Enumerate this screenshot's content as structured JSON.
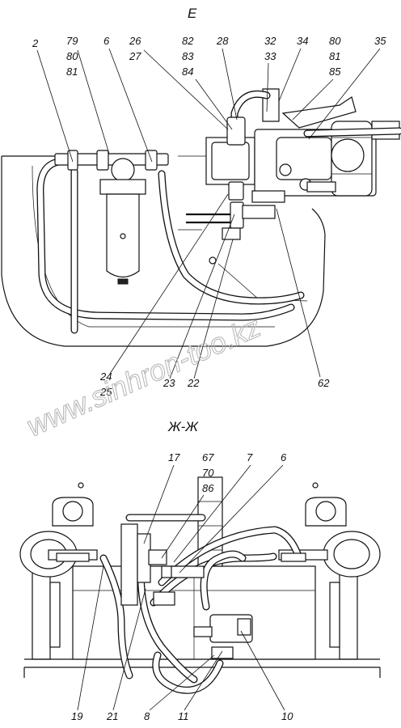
{
  "views": {
    "top": {
      "title": "Е",
      "callouts": [
        {
          "id": "c-2",
          "text": "2"
        },
        {
          "id": "c-79",
          "text": "79"
        },
        {
          "id": "c-80a",
          "text": "80"
        },
        {
          "id": "c-81a",
          "text": "81"
        },
        {
          "id": "c-6a",
          "text": "6"
        },
        {
          "id": "c-26",
          "text": "26"
        },
        {
          "id": "c-27",
          "text": "27"
        },
        {
          "id": "c-82",
          "text": "82"
        },
        {
          "id": "c-83",
          "text": "83"
        },
        {
          "id": "c-84",
          "text": "84"
        },
        {
          "id": "c-28",
          "text": "28"
        },
        {
          "id": "c-32",
          "text": "32"
        },
        {
          "id": "c-33",
          "text": "33"
        },
        {
          "id": "c-34",
          "text": "34"
        },
        {
          "id": "c-80b",
          "text": "80"
        },
        {
          "id": "c-81b",
          "text": "81"
        },
        {
          "id": "c-85",
          "text": "85"
        },
        {
          "id": "c-35",
          "text": "35"
        },
        {
          "id": "c-24",
          "text": "24"
        },
        {
          "id": "c-25",
          "text": "25"
        },
        {
          "id": "c-23",
          "text": "23"
        },
        {
          "id": "c-22",
          "text": "22"
        },
        {
          "id": "c-62",
          "text": "62"
        }
      ]
    },
    "bottom": {
      "title": "Ж-Ж",
      "callouts": [
        {
          "id": "c-17",
          "text": "17"
        },
        {
          "id": "c-67",
          "text": "67"
        },
        {
          "id": "c-70",
          "text": "70"
        },
        {
          "id": "c-86",
          "text": "86"
        },
        {
          "id": "c-7",
          "text": "7"
        },
        {
          "id": "c-6b",
          "text": "6"
        },
        {
          "id": "c-19",
          "text": "19"
        },
        {
          "id": "c-21",
          "text": "21"
        },
        {
          "id": "c-8",
          "text": "8"
        },
        {
          "id": "c-11",
          "text": "11"
        },
        {
          "id": "c-10",
          "text": "10"
        }
      ]
    }
  },
  "watermark": "www.sinhron-too.kz"
}
